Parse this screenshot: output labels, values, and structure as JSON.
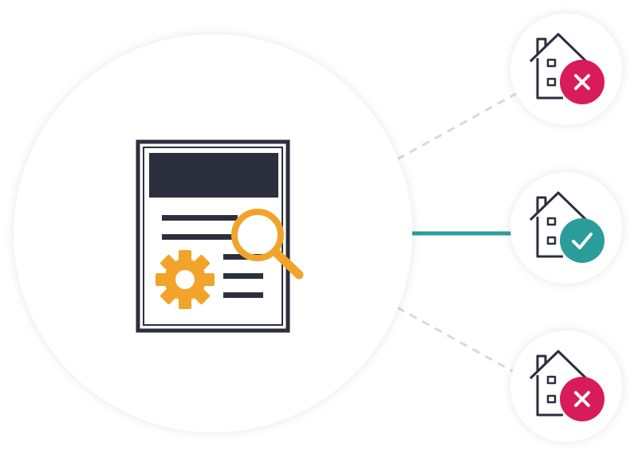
{
  "diagram": {
    "center": {
      "icon": "document-with-gear-and-magnifier-icon"
    },
    "houses": [
      {
        "id": "top",
        "icon": "house-icon",
        "status": "rejected",
        "badge_icon": "x-icon",
        "connector": "dashed"
      },
      {
        "id": "middle",
        "icon": "house-icon",
        "status": "approved",
        "badge_icon": "check-icon",
        "connector": "solid"
      },
      {
        "id": "bottom",
        "icon": "house-icon",
        "status": "rejected",
        "badge_icon": "x-icon",
        "connector": "dashed"
      }
    ]
  },
  "colors": {
    "background": "#ffffff",
    "circle_fill": "#ffffff",
    "circle_shadow": "#e7e7e7",
    "ink": "#2b2f3e",
    "accent": "#f2a32a",
    "connector_active": "#2a9d9a",
    "connector_inactive": "#d9d9d9",
    "reject": "#d81b5a",
    "approve": "#2a9d9a"
  }
}
